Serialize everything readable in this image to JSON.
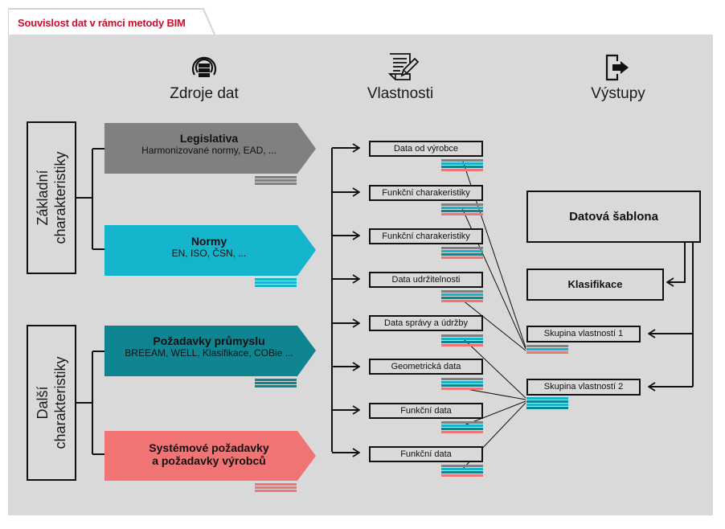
{
  "title": "Souvislost dat v rámci metody BIM",
  "colors": {
    "title_red": "#c8102e",
    "panel_bg": "#d9d9d9",
    "gray": "#808080",
    "cyan": "#14b4cc",
    "teal": "#0e8591",
    "salmon": "#f07474"
  },
  "columns": [
    {
      "label": "Zdroje dat",
      "icon": "database-icon"
    },
    {
      "label": "Vlastnosti",
      "icon": "document-edit-icon"
    },
    {
      "label": "Výstupy",
      "icon": "export-icon"
    }
  ],
  "groups": [
    {
      "label_line1": "Základní",
      "label_line2": "charakteristiky"
    },
    {
      "label_line1": "Další",
      "label_line2": "charakteristiky"
    }
  ],
  "sources": [
    {
      "title": "Legislativa",
      "subtitle": "Harmonizované normy, EAD, ...",
      "color": "gray"
    },
    {
      "title": "Normy",
      "subtitle": "EN, ISO, ČSN, ...",
      "color": "cyan"
    },
    {
      "title": "Požadavky průmyslu",
      "subtitle": "BREEAM, WELL, Klasifikace, COBie ...",
      "color": "teal"
    },
    {
      "title": "Systémové požadavky",
      "subtitle": "a požadavky výrobců",
      "color": "salmon"
    }
  ],
  "properties": [
    {
      "label": "Data  od výrobce"
    },
    {
      "label": "Funkční charakeristiky"
    },
    {
      "label": "Funkční charakeristiky"
    },
    {
      "label": "Data udržitelnosti"
    },
    {
      "label": "Data správy a údržby"
    },
    {
      "label": "Geometrická data"
    },
    {
      "label": "Funkční data"
    },
    {
      "label": "Funkční data"
    }
  ],
  "outputs": {
    "template": "Datová šablona",
    "classification": "Klasifikace",
    "group1": "Skupina vlastností 1",
    "group2": "Skupina vlastností 2"
  },
  "connections": {
    "group1_from_properties": [
      1,
      2,
      4
    ],
    "group2_from_properties": [
      5,
      6,
      7,
      8
    ]
  }
}
